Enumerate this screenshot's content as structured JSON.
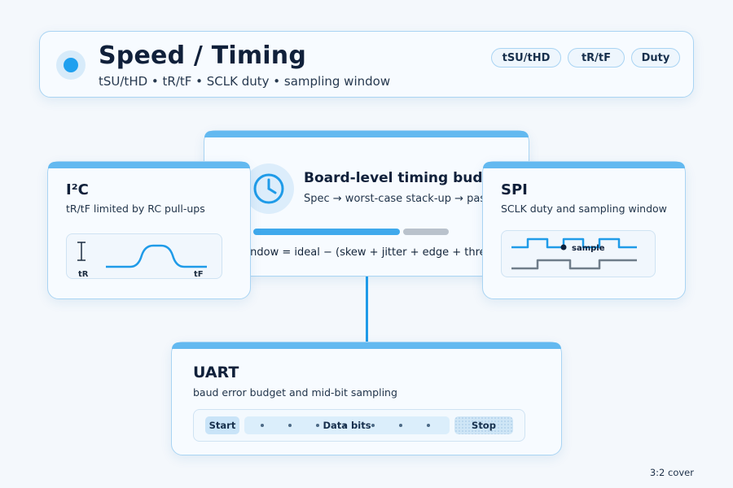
{
  "header": {
    "title": "Speed / Timing",
    "subtitle": "tSU/tHD • tR/tF • SCLK duty • sampling window",
    "pills": [
      "tSU/tHD",
      "tR/tF",
      "Duty"
    ]
  },
  "center": {
    "title": "Board-level timing budget",
    "subtitle": "Spec → worst-case stack-up → pass",
    "formula": "Window = ideal − (skew + jitter + edge + threshold)"
  },
  "i2c": {
    "title": "I²C",
    "subtitle": "tR/tF limited by RC pull-ups",
    "label_rise": "tR",
    "label_fall": "tF"
  },
  "spi": {
    "title": "SPI",
    "subtitle": "SCLK duty and sampling window",
    "sample_label": "sample"
  },
  "uart": {
    "title": "UART",
    "subtitle": "baud error budget and mid-bit sampling",
    "start_label": "Start",
    "data_label": "Data bits",
    "stop_label": "Stop"
  },
  "footer": {
    "note": "3:2 cover"
  },
  "colors": {
    "accent": "#1fa0ef",
    "card_border": "#a9d4f3",
    "clock_waveform_grey": "#6f7d8a"
  },
  "icons": [
    "clock-icon",
    "status-dot-icon"
  ]
}
